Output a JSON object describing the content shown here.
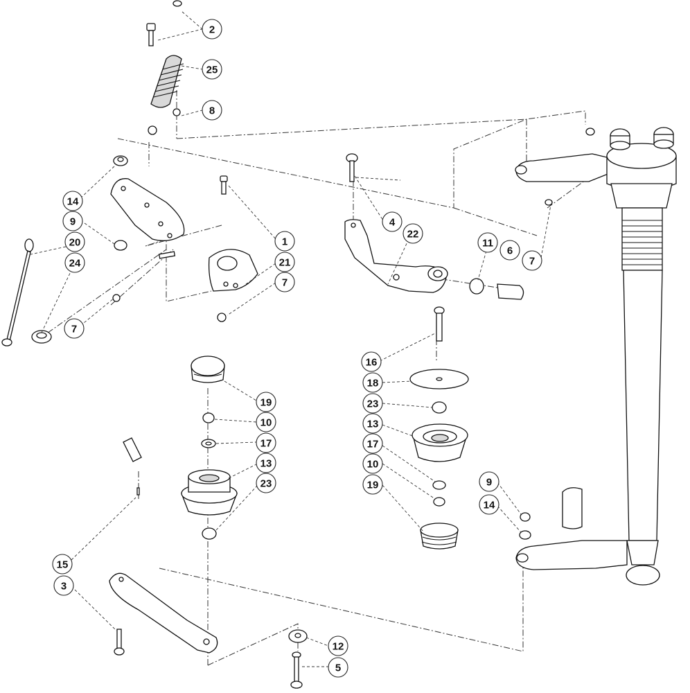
{
  "callouts": [
    {
      "id": "c-2",
      "label": "2"
    },
    {
      "id": "c-25",
      "label": "25"
    },
    {
      "id": "c-8",
      "label": "8"
    },
    {
      "id": "c-14a",
      "label": "14"
    },
    {
      "id": "c-9a",
      "label": "9"
    },
    {
      "id": "c-20",
      "label": "20"
    },
    {
      "id": "c-24",
      "label": "24"
    },
    {
      "id": "c-7a",
      "label": "7"
    },
    {
      "id": "c-1",
      "label": "1"
    },
    {
      "id": "c-21",
      "label": "21"
    },
    {
      "id": "c-7b",
      "label": "7"
    },
    {
      "id": "c-4",
      "label": "4"
    },
    {
      "id": "c-22",
      "label": "22"
    },
    {
      "id": "c-11",
      "label": "11"
    },
    {
      "id": "c-6",
      "label": "6"
    },
    {
      "id": "c-7c",
      "label": "7"
    },
    {
      "id": "c-16",
      "label": "16"
    },
    {
      "id": "c-18",
      "label": "18"
    },
    {
      "id": "c-23a",
      "label": "23"
    },
    {
      "id": "c-13a",
      "label": "13"
    },
    {
      "id": "c-17a",
      "label": "17"
    },
    {
      "id": "c-10a",
      "label": "10"
    },
    {
      "id": "c-19a",
      "label": "19"
    },
    {
      "id": "c-19b",
      "label": "19"
    },
    {
      "id": "c-10b",
      "label": "10"
    },
    {
      "id": "c-17b",
      "label": "17"
    },
    {
      "id": "c-13b",
      "label": "13"
    },
    {
      "id": "c-23b",
      "label": "23"
    },
    {
      "id": "c-9b",
      "label": "9"
    },
    {
      "id": "c-14b",
      "label": "14"
    },
    {
      "id": "c-15",
      "label": "15"
    },
    {
      "id": "c-3",
      "label": "3"
    },
    {
      "id": "c-12",
      "label": "12"
    },
    {
      "id": "c-5",
      "label": "5"
    }
  ]
}
